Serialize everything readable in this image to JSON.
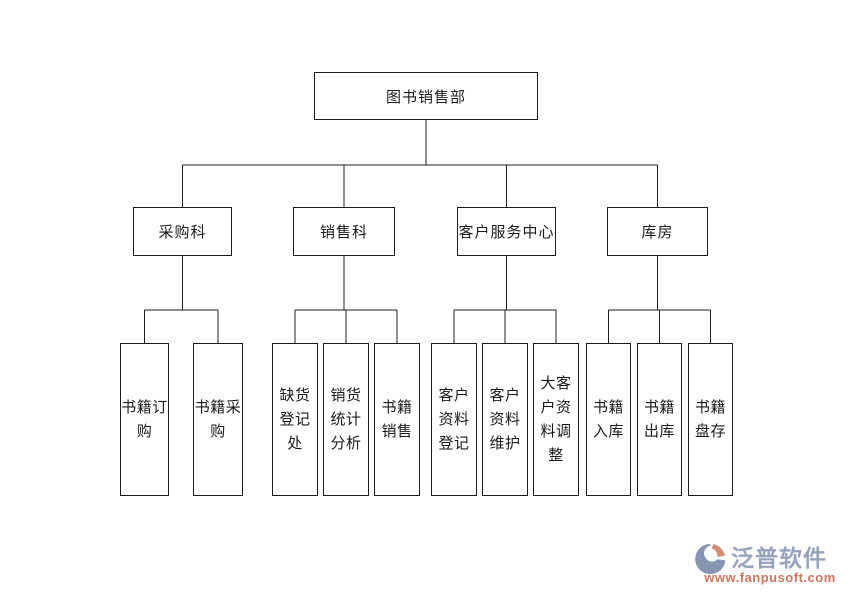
{
  "org_chart": {
    "root": {
      "label": "图书销售部"
    },
    "departments": [
      {
        "label": "采购科",
        "children": [
          {
            "label": "书籍订购",
            "lines": [
              "书籍订",
              "购"
            ]
          },
          {
            "label": "书籍采购",
            "lines": [
              "书籍采",
              "购"
            ]
          }
        ]
      },
      {
        "label": "销售科",
        "children": [
          {
            "label": "缺货登记处",
            "lines": [
              "缺货",
              "登记",
              "处"
            ]
          },
          {
            "label": "销货统计分析",
            "lines": [
              "销货",
              "统计",
              "分析"
            ]
          },
          {
            "label": "书籍销售",
            "lines": [
              "书籍",
              "销售"
            ]
          }
        ]
      },
      {
        "label": "客户服务中心",
        "children": [
          {
            "label": "客户资料登记",
            "lines": [
              "客户",
              "资料",
              "登记"
            ]
          },
          {
            "label": "客户资料维护",
            "lines": [
              "客户",
              "资料",
              "维护"
            ]
          },
          {
            "label": "大客户资料调整",
            "lines": [
              "大客",
              "户资",
              "料调",
              "整"
            ]
          }
        ]
      },
      {
        "label": "库房",
        "children": [
          {
            "label": "书籍入库",
            "lines": [
              "书籍",
              "入库"
            ]
          },
          {
            "label": "书籍出库",
            "lines": [
              "书籍",
              "出库"
            ]
          },
          {
            "label": "书籍盘存",
            "lines": [
              "书籍",
              "盘存"
            ]
          }
        ]
      }
    ]
  },
  "branding": {
    "name": "泛普软件",
    "url": "www.fanpusoft.com",
    "name_color": "#96a3bd",
    "url_color": "#c9775f",
    "icon_blue_color": "#8695b2",
    "icon_coral_color": "#d58a74"
  },
  "colors": {
    "background": "#ffffff",
    "line": "#1c1c1c",
    "box_border": "#1c1c1c",
    "box_background": "#ffffff",
    "text": "#1a1a1a"
  }
}
